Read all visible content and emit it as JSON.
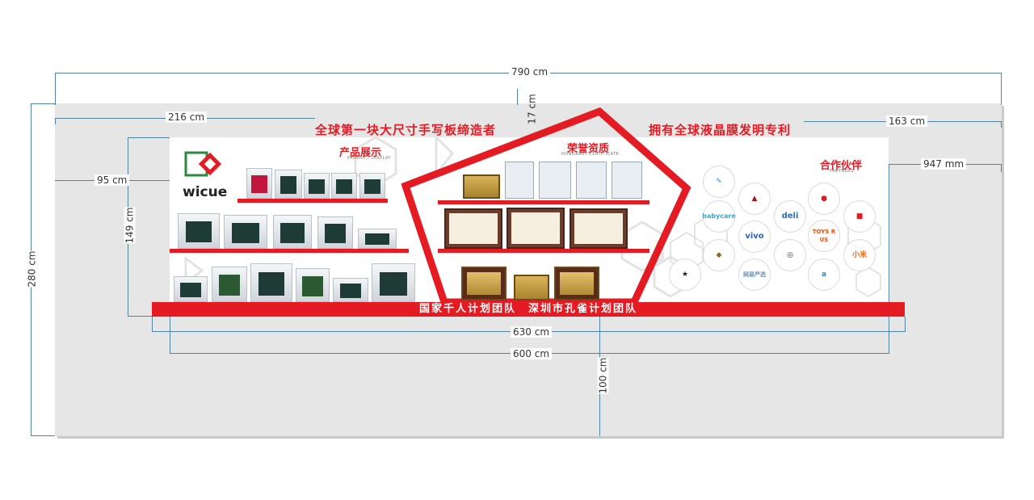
{
  "dimensions": {
    "total_width": "790 cm",
    "left_section": "216 cm",
    "top_gap": "17 cm",
    "right_section": "163 cm",
    "left_offset": "95 cm",
    "panel_height": "149 cm",
    "right_height": "947 mm",
    "total_height": "280 cm",
    "base_width": "630 cm",
    "panel_width": "600 cm",
    "floor_height": "100 cm"
  },
  "headlines": {
    "left": "全球第一块大尺寸手写板缔造者",
    "right": "拥有全球液晶膜发明专利"
  },
  "sections": {
    "products": {
      "title": "产品展示",
      "subtitle": "PRODUCT DISPLAY"
    },
    "honors": {
      "title": "荣誉资质",
      "subtitle": "HONORARY CERTIFICATE"
    },
    "partners": {
      "title": "合作伙伴",
      "subtitle": "PARTNERS"
    }
  },
  "brand": {
    "name": "wicue"
  },
  "partners": [
    "babycare",
    "vivo",
    "deli",
    "TOYS R US",
    "小米",
    "网易严选"
  ],
  "bottom_banner": "国家千人计划团队　深圳市孔雀计划团队",
  "colors": {
    "accent": "#e41b23",
    "wall": "#e6e6e6",
    "dimension": "#4f86a6"
  }
}
